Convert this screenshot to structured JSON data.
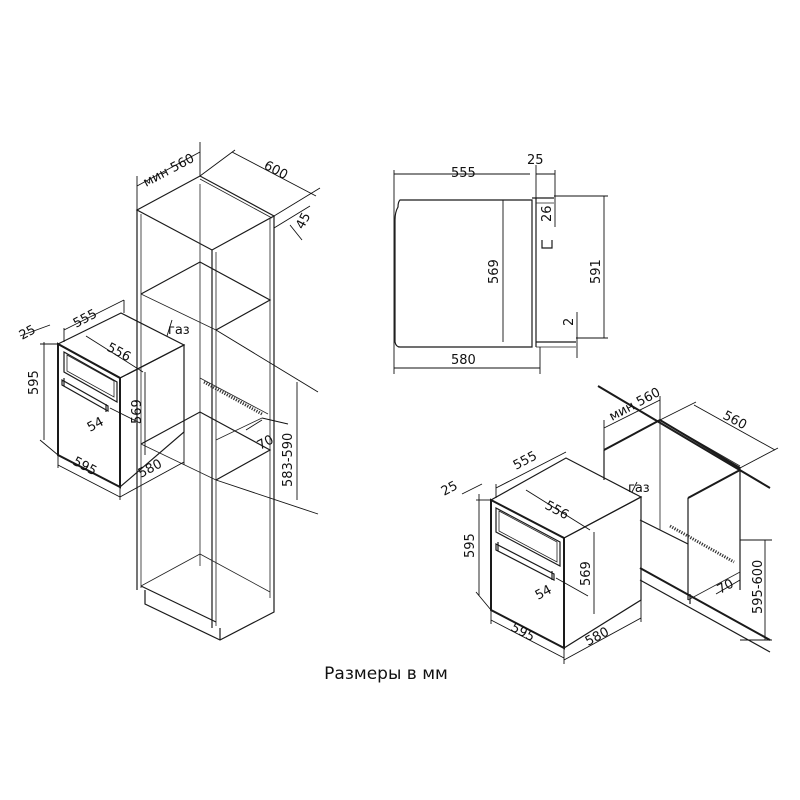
{
  "caption": "Размеры в мм",
  "colors": {
    "line": "#1a1a1a",
    "background": "#ffffff"
  },
  "diagrams": {
    "tall_cabinet": {
      "labels": {
        "min_width": "мин 560",
        "depth": "600",
        "gap": "45",
        "niche_depth": "70",
        "niche_height": "583-590"
      }
    },
    "oven_left": {
      "labels": {
        "depth_555": "555",
        "front_25": "25",
        "width_556": "556",
        "gas": "газ",
        "height_595": "595",
        "height_569": "569",
        "handle_54": "54",
        "width_595": "595",
        "depth_580": "580"
      }
    },
    "side_view": {
      "labels": {
        "depth_555": "555",
        "front_25": "25",
        "top_26": "26",
        "height_569": "569",
        "height_591": "591",
        "bottom_2": "2",
        "depth_580": "580"
      }
    },
    "under_counter": {
      "labels": {
        "min_width": "мин 560",
        "depth": "560",
        "niche_depth": "70",
        "niche_height": "595-600"
      }
    },
    "oven_right": {
      "labels": {
        "depth_555": "555",
        "front_25": "25",
        "width_556": "556",
        "gas": "газ",
        "height_595": "595",
        "height_569": "569",
        "handle_54": "54",
        "width_595": "595",
        "depth_580": "580"
      }
    }
  }
}
